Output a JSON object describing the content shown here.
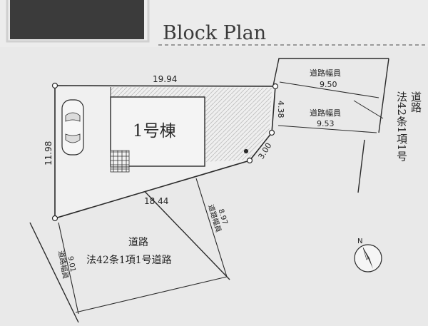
{
  "header": {
    "title": "Block Plan",
    "swatch_color": "#3b3b3b"
  },
  "site": {
    "building_label": "1号棟",
    "dims": {
      "top": "19.94",
      "left": "11.98",
      "right_upper": "4.38",
      "right_corner": "3.00",
      "bottom": "18.44"
    }
  },
  "roads": {
    "top_right_upper": {
      "label": "道路幅員",
      "width": "9.50"
    },
    "top_right_lower": {
      "label": "道路幅員",
      "width": "9.53"
    },
    "right_side": {
      "col1": "法42条1項1号",
      "col2": "道路"
    },
    "bottom_name": {
      "line1": "道路",
      "line2": "法42条1項1号道路"
    },
    "bottom_left_width": {
      "label": "道路幅員",
      "value": "9.01"
    },
    "bottom_right_width": {
      "label": "道路幅員",
      "value": "8.97"
    }
  },
  "compass": {
    "north_label": "N"
  },
  "colors": {
    "background": "#e9e9e9",
    "line": "#2a2a2a",
    "building_fill": "#f3f3f3",
    "swatch": "#3b3b3b"
  }
}
